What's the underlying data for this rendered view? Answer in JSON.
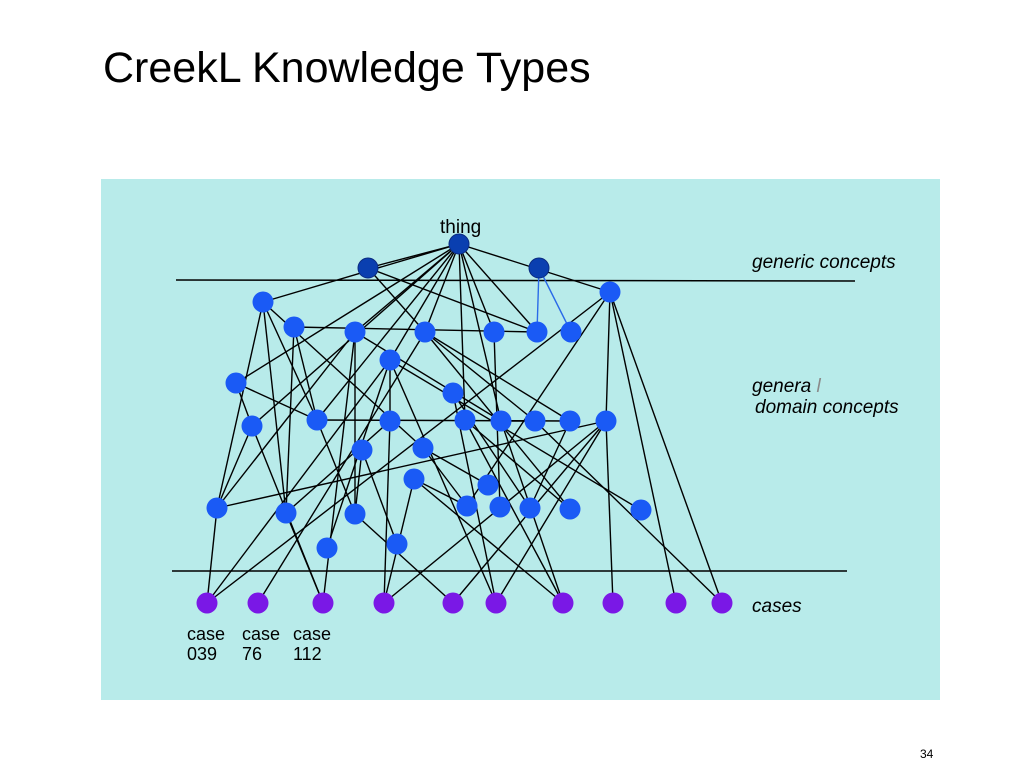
{
  "slide": {
    "title": "CreekL Knowledge Types",
    "page_number": "34"
  },
  "diagram": {
    "root_label": "thing",
    "layers": {
      "generic": "generic concepts",
      "general_prefix": "genera",
      "general_glitch": "l",
      "general_rest": "domain concepts",
      "cases": "cases"
    },
    "case_labels": [
      {
        "word": "case",
        "id": "039"
      },
      {
        "word": "case",
        "id": "76"
      },
      {
        "word": "case",
        "id": "112"
      }
    ],
    "colors": {
      "background": "#b8ebea",
      "top_node": "#0a3fb0",
      "concept_node": "#1a5af5",
      "case_node": "#7a18e6",
      "edge": "#000000",
      "blue_edge": "#2a6ae8"
    }
  }
}
